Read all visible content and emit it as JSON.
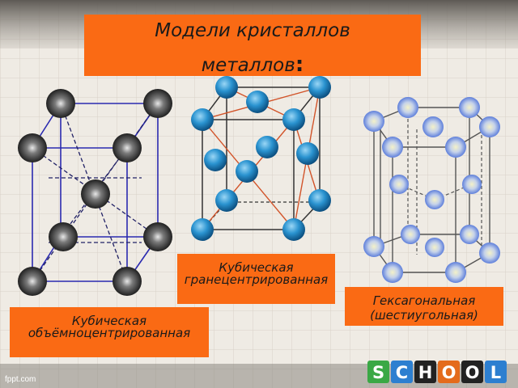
{
  "title": {
    "line1": "Модели кристаллов",
    "line2": "металлов",
    "colon": ":"
  },
  "labels": {
    "fcc": "Кубическая гранецентрированная",
    "hex": "Гексагональная (шестиугольная)",
    "bcc": "Кубическая объёмноцентрированная"
  },
  "watermark": "fppt.com",
  "school_logo": {
    "letters": [
      "S",
      "C",
      "H",
      "O",
      "O",
      "L"
    ],
    "colors": [
      "#3aa845",
      "#2d7fd0",
      "#222222",
      "#e46b1c",
      "#222222",
      "#2d7fd0"
    ]
  },
  "colors": {
    "accent": "#fa6a14",
    "bcc_atom": "#2a2a2a",
    "fcc_atom": "#1d86c7",
    "hex_atom": "#6c8fe0"
  }
}
